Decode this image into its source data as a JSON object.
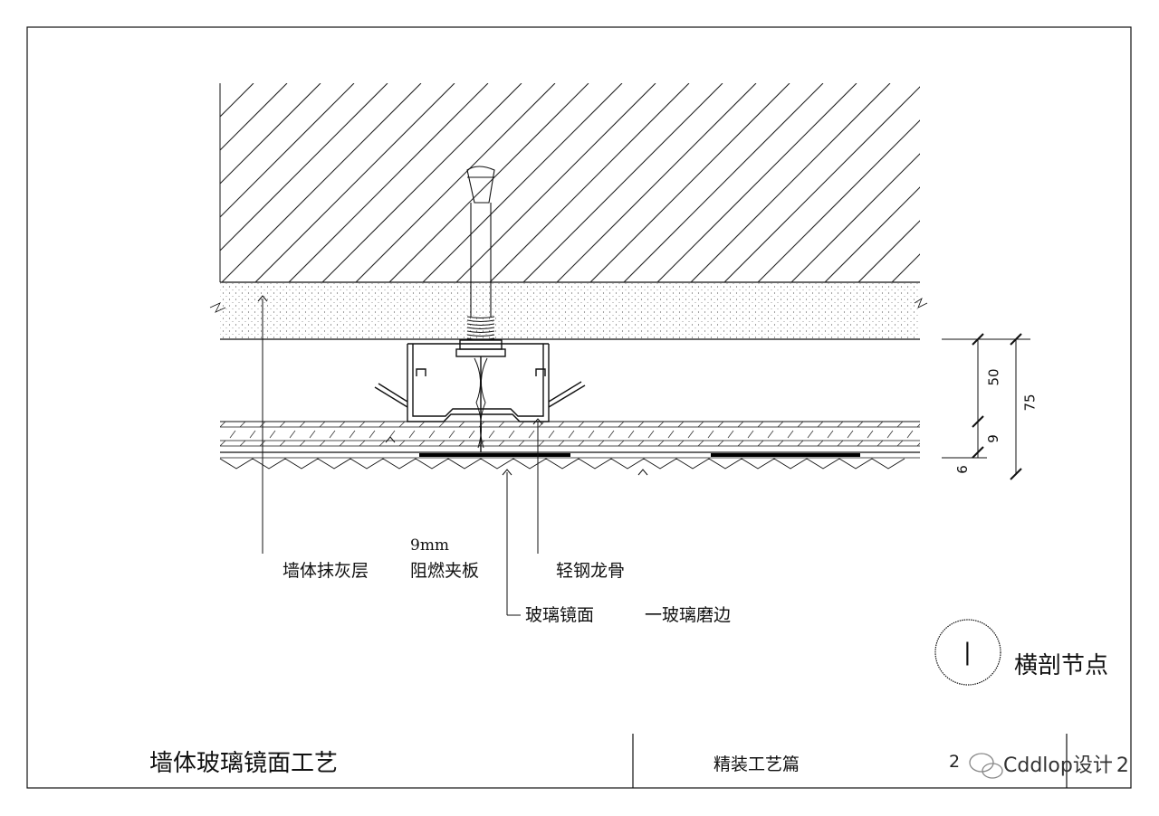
{
  "drawing": {
    "title": "墙体玻璃镜面工艺",
    "category": "精装工艺篇",
    "sheet_no_left": "2",
    "sheet_no_right": "2",
    "watermark": "dlop设计",
    "watermark_prefix": "Cd",
    "watermark_suffix": " "
  },
  "node": {
    "number": "|",
    "title": "横剖节点"
  },
  "labels": {
    "plaster": "墙体抹灰层",
    "board_thickness": "9mm",
    "board": "阻燃夹板",
    "keel": "轻钢龙骨",
    "mirror": "玻璃镜面",
    "edge": "一玻璃磨边"
  },
  "dimensions": {
    "keel_depth": "50",
    "board_depth": "9",
    "mirror_depth": "6",
    "total": "75"
  },
  "colors": {
    "line": "#111111",
    "background": "#ffffff"
  }
}
